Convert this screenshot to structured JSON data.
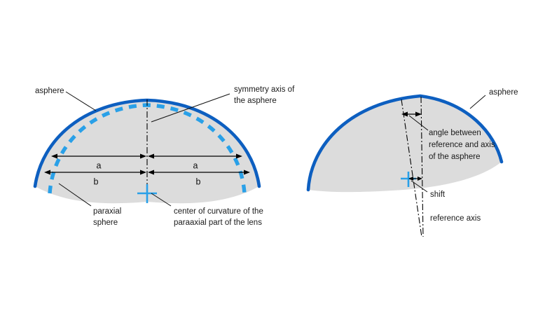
{
  "figure": {
    "title": "Asphere versus paraxial sphere and reference axis diagram",
    "background_color": "#ffffff",
    "lens_fill_color": "#dcdcdc",
    "asphere_curve_color": "#0d5fc0",
    "paraxial_sphere_color": "#29a0e8",
    "center_mark_color": "#29a0e8",
    "line_color": "#111111"
  },
  "left_panel": {
    "labels": {
      "asphere": "asphere",
      "symmetry_axis_line1": "symmetry axis of",
      "symmetry_axis_line2": "the asphere",
      "paraxial_sphere_line1": "paraxial",
      "paraxial_sphere_line2": "sphere",
      "center_of_curvature_line1": "center of curvature of the",
      "center_of_curvature_line2": "paraaxial part of the lens"
    },
    "dimensions": {
      "a_left": "a",
      "a_right": "a",
      "b_left": "b",
      "b_right": "b"
    }
  },
  "right_panel": {
    "labels": {
      "asphere": "asphere",
      "angle_line1": "angle between",
      "angle_line2": "reference and axis",
      "angle_line3": "of the asphere",
      "shift": "shift",
      "reference_axis": "reference axis"
    }
  }
}
